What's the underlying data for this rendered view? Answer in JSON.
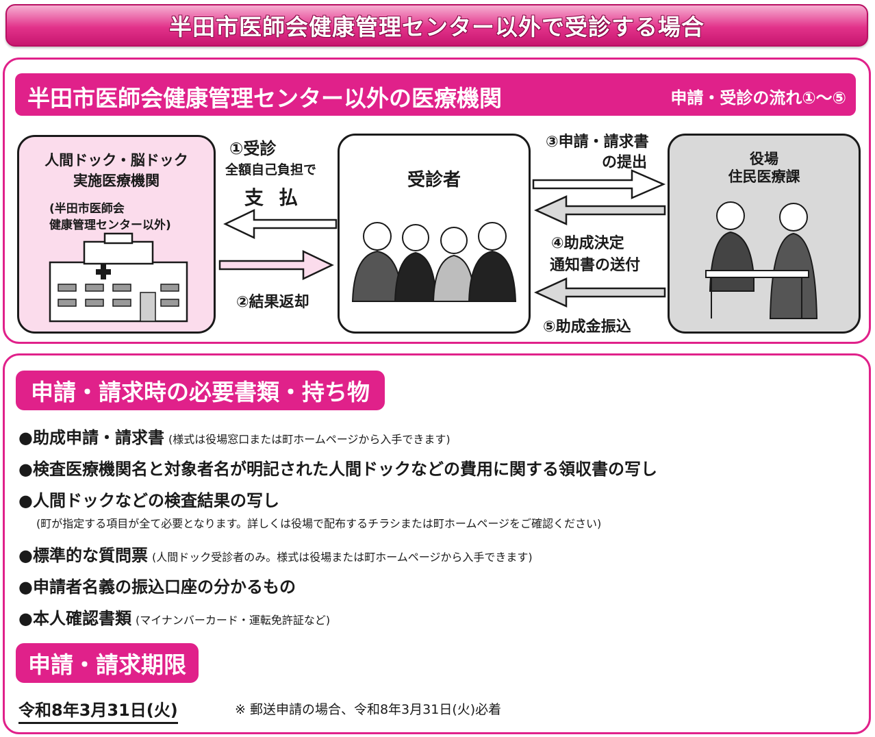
{
  "banner": {
    "title": "半田市医師会健康管理センター以外で受診する場合"
  },
  "flow": {
    "header_title": "半田市医師会健康管理センター以外の医療機関",
    "header_sub": "申請・受診の流れ①～⑤",
    "clinic": {
      "line1": "人間ドック・脳ドック",
      "line2": "実施医療機関",
      "line3": "(半田市医師会",
      "line4": "健康管理センター以外)"
    },
    "patient": {
      "label": "受診者"
    },
    "office": {
      "line1": "役場",
      "line2": "住民医療課"
    },
    "arrows": {
      "step1_label": "①受診",
      "step1_sub": "全額自己負担で",
      "step1_pay": "支払",
      "step2_label": "②結果返却",
      "step3_line1": "③申請・請求書",
      "step3_line2": "の提出",
      "step4_line1": "④助成決定",
      "step4_line2": "通知書の送付",
      "step5_label": "⑤助成金振込"
    }
  },
  "docs": {
    "header": "申請・請求時の必要書類・持ち物",
    "items": [
      {
        "text": "●助成申請・請求書",
        "note": "(様式は役場窓口または町ホームページから入手できます)"
      },
      {
        "text": "●検査医療機関名と対象者名が明記された人間ドックなどの費用に関する領収書の写し",
        "note": ""
      },
      {
        "text": "●人間ドックなどの検査結果の写し",
        "note": ""
      },
      {
        "text": "●標準的な質問票",
        "note": "(人間ドック受診者のみ。様式は役場または町ホームページから入手できます)"
      },
      {
        "text": "●申請者名義の振込口座の分かるもの",
        "note": ""
      },
      {
        "text": "●本人確認書類",
        "note": "(マイナンバーカード・運転免許証など)"
      }
    ],
    "result_note": "(町が指定する項目が全て必要となります。詳しくは役場で配布するチラシまたは町ホームページをご確認ください)"
  },
  "deadline": {
    "header": "申請・請求期限",
    "date": "令和8年3月31日(火)",
    "note": "※ 郵送申請の場合、令和8年3月31日(火)必着"
  },
  "colors": {
    "accent": "#e0218a",
    "clinic_bg": "#fbdcec",
    "office_bg": "#d9d9d9"
  }
}
